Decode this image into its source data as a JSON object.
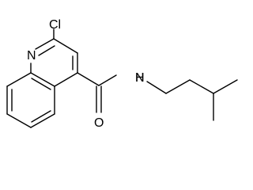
{
  "molecule": {
    "atoms": {
      "chlorine": "Cl",
      "ring_nitrogen": "N",
      "amide_nitrogen": "N",
      "amide_hydrogen": "H",
      "carbonyl_oxygen": "O"
    },
    "colors": {
      "line": "#000000",
      "background": "#ffffff"
    }
  }
}
